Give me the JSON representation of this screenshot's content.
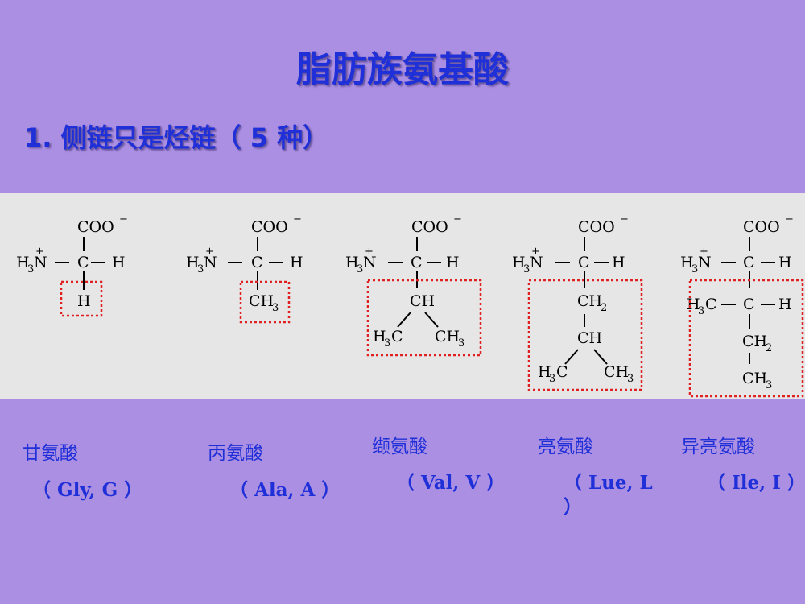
{
  "slide": {
    "title": "脂肪族氨基酸",
    "subtitle": "1. 侧链只是烃链（ 5 种）"
  },
  "amino_acids": [
    {
      "name": "甘氨酸",
      "abbr": "（ Gly, G ）"
    },
    {
      "name": "丙氨酸",
      "abbr": "（ Ala, A ）"
    },
    {
      "name": "缬氨酸",
      "abbr": "（ Val, V ）"
    },
    {
      "name": "亮氨酸",
      "abbr": "（ Lue, L ）"
    },
    {
      "name": "异亮氨酸",
      "abbr": "（ Ile, I ）"
    }
  ],
  "colors": {
    "background": "#ab8fe2",
    "panel": "#e6e6e6",
    "text_blue": "#2030d8",
    "box_red": "#e02020"
  }
}
